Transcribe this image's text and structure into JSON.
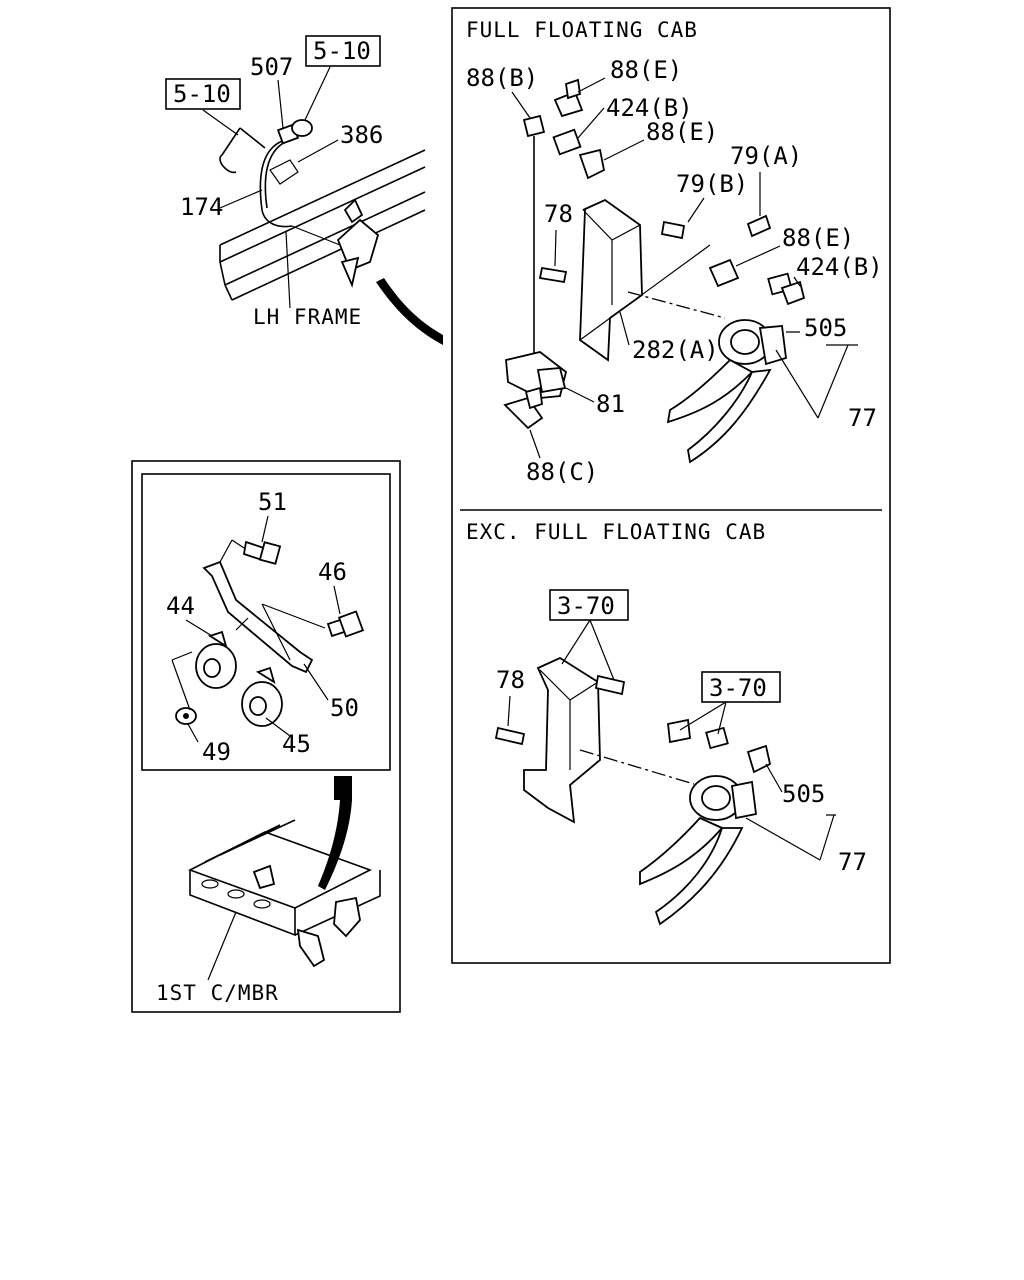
{
  "sections": {
    "full_floating_cab": "FULL FLOATING CAB",
    "exc_full_floating_cab": "EXC. FULL FLOATING CAB"
  },
  "top_left": {
    "ref_510_a": "5-10",
    "ref_510_b": "5-10",
    "lbl_507": "507",
    "lbl_386": "386",
    "lbl_174": "174",
    "lh_frame": "LH FRAME"
  },
  "full_floating": {
    "lbl_88b": "88(B)",
    "lbl_88e_1": "88(E)",
    "lbl_424b_1": "424(B)",
    "lbl_88e_2": "88(E)",
    "lbl_79a": "79(A)",
    "lbl_79b": "79(B)",
    "lbl_78": "78",
    "lbl_88e_3": "88(E)",
    "lbl_424b_2": "424(B)",
    "lbl_505": "505",
    "lbl_282a": "282(A)",
    "lbl_81": "81",
    "lbl_77": "77",
    "lbl_88c": "88(C)"
  },
  "exc_full_floating": {
    "ref_370_a": "3-70",
    "ref_370_b": "3-70",
    "lbl_78": "78",
    "lbl_505": "505",
    "lbl_77": "77"
  },
  "left_box": {
    "lbl_51": "51",
    "lbl_46": "46",
    "lbl_44": "44",
    "lbl_50": "50",
    "lbl_49": "49",
    "lbl_45": "45",
    "first_cmbr": "1ST C/MBR"
  }
}
